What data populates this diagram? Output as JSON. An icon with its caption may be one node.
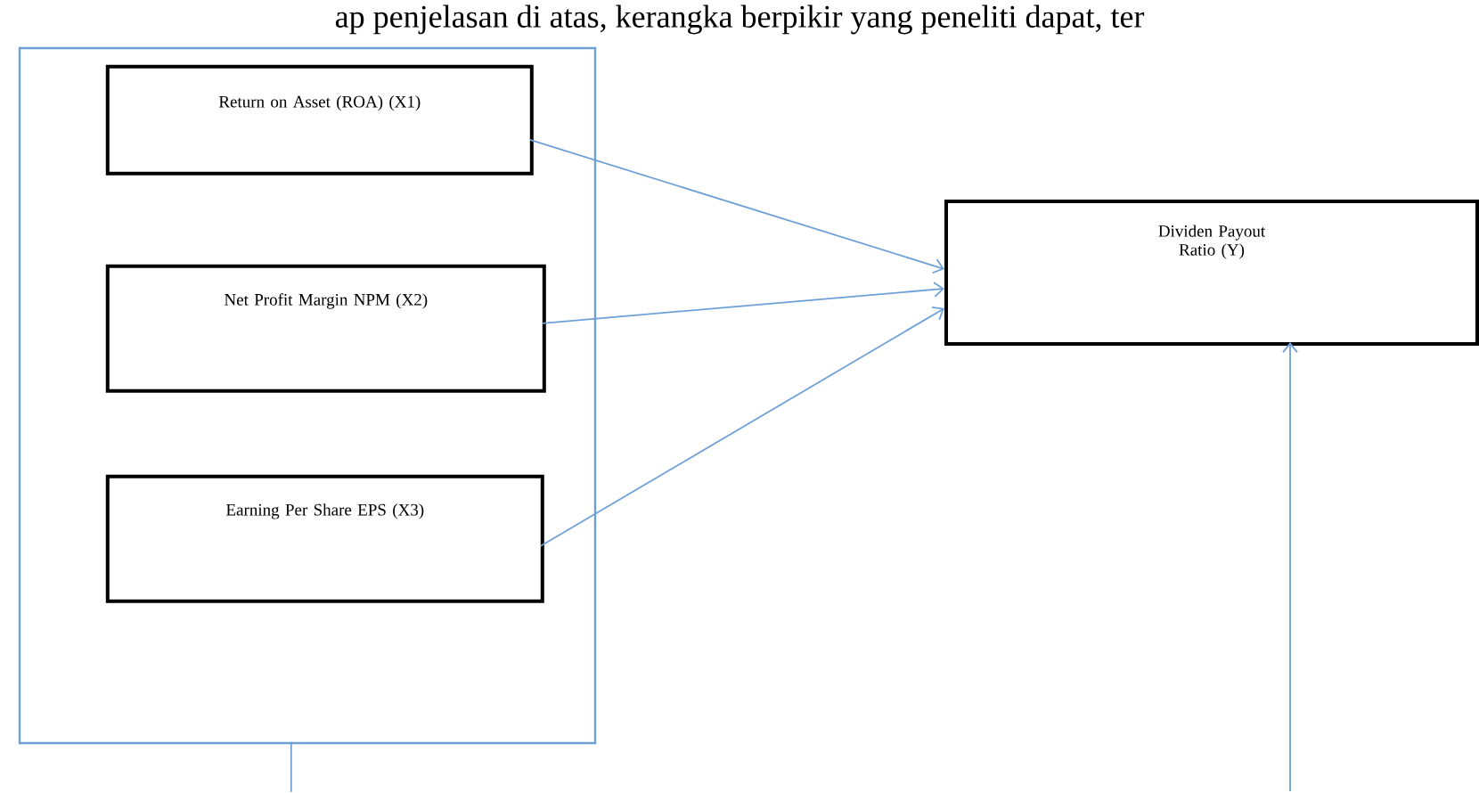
{
  "diagram": {
    "nodes": [
      {
        "text": [],
        "shape": "box"
      },
      {
        "text": [
          "Return on Asset (ROA) (X1)"
        ],
        "in": 0
      },
      {
        "text": [
          "Net Profit Margin NPM (X2)"
        ],
        "in": 0
      },
      {
        "text": [
          "Earning Per Share EPS (X3)"
        ],
        "in": 0
      },
      {
        "text": [
          "Dividen Payout Ratio (Y)"
        ]
      }
    ],
    "edges": [
      {
        "from": 1,
        "to": 4,
        "arrow": "to"
      },
      {
        "from": 2,
        "to": 4,
        "arrow": "to"
      },
      {
        "from": 3,
        "to": 4,
        "arrow": "to"
      },
      {
        "from": 0,
        "to": null,
        "arrow": "none"
      },
      {
        "from": null,
        "to": 4,
        "arrow": "to"
      }
    ],
    "labels": [
      "ap penjelasan di atas, kerangka berpikir yang peneliti dapat, ter"
    ]
  }
}
